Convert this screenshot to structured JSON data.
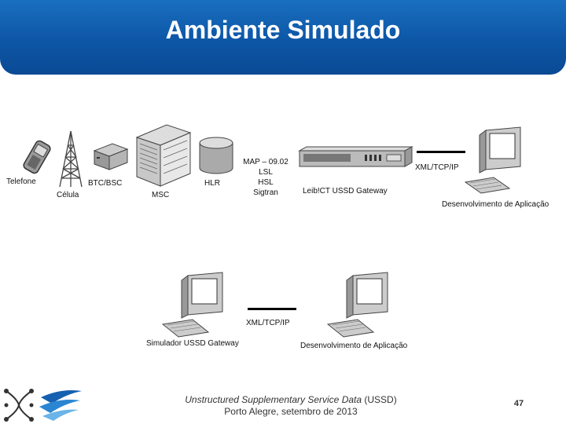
{
  "title": "Ambiente Simulado",
  "labels": {
    "telefone": "Telefone",
    "celula": "Célula",
    "btc": "BTC/BSC",
    "msc": "MSC",
    "hlr": "HLR",
    "protocols": [
      "MAP – 09.02",
      "LSL",
      "HSL",
      "Sigtran"
    ],
    "gateway": "Leib!CT USSD Gateway",
    "xml_top": "XML/TCP/IP",
    "dev_top": "Desenvolvimento de Aplicação",
    "xml_bottom": "XML/TCP/IP",
    "simulator": "Simulador USSD Gateway",
    "dev_bottom": "Desenvolvimento de Aplicação"
  },
  "footer": {
    "line1_italic": "Unstructured Supplementary Service Data",
    "line1_rest": " (USSD)",
    "line2": "Porto Alegre, setembro de 2013"
  },
  "page_number": "47"
}
